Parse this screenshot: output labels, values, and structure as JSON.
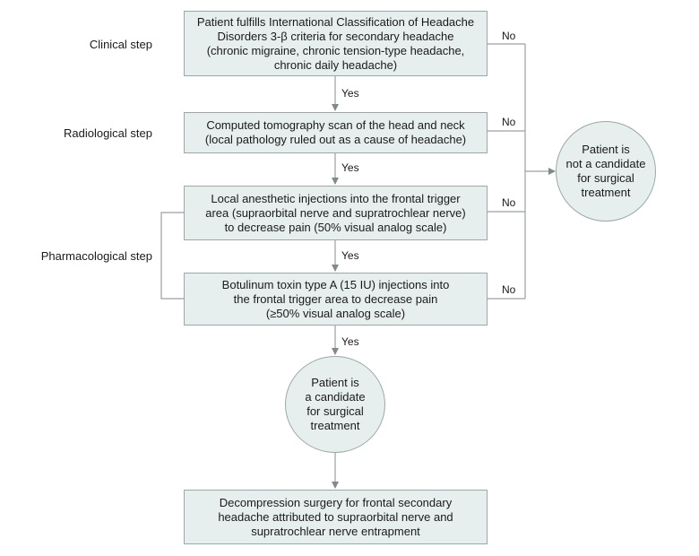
{
  "steps": {
    "clinical": "Clinical step",
    "radiological": "Radiological step",
    "pharmacological": "Pharmacological step"
  },
  "boxes": {
    "icd": [
      "Patient fulfills International Classification of Headache",
      "Disorders 3-β criteria for secondary headache",
      "(chronic migraine, chronic tension-type headache,",
      "chronic daily headache)"
    ],
    "ct": [
      "Computed tomography scan of the head and neck",
      "(local pathology ruled out as a cause of headache)"
    ],
    "anesthetic": [
      "Local anesthetic injections into the frontal trigger",
      "area (supraorbital nerve and supratrochlear nerve)",
      "to decrease pain (50% visual analog scale)"
    ],
    "botulinum": [
      "Botulinum toxin type A (15 IU) injections into",
      "the frontal trigger area to decrease pain",
      "(≥50% visual analog scale)"
    ],
    "surgery": [
      "Decompression surgery for frontal secondary",
      "headache attributed to supraorbital nerve and",
      "supratrochlear nerve entrapment"
    ]
  },
  "circles": {
    "not_candidate": [
      "Patient is",
      "not a candidate",
      "for surgical",
      "treatment"
    ],
    "candidate": [
      "Patient is",
      "a candidate",
      "for surgical",
      "treatment"
    ]
  },
  "labels": {
    "yes": "Yes",
    "no": "No"
  }
}
